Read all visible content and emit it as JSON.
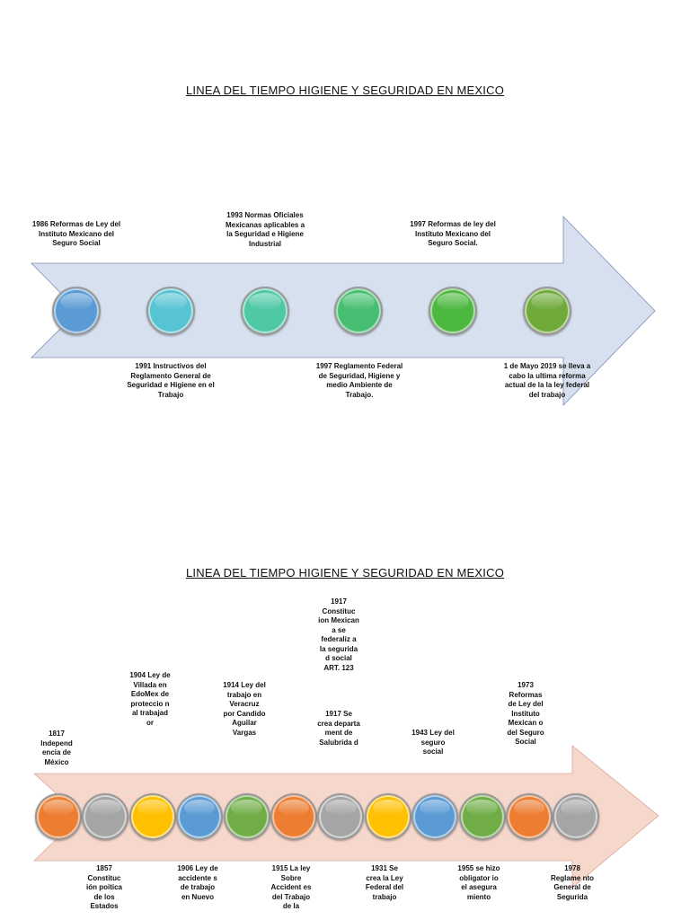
{
  "timeline1": {
    "title": "LINEA DEL TIEMPO HIGIENE Y SEGURIDAD EN MEXICO",
    "arrow_color": "#d7e0ef",
    "events_top": [
      {
        "text": "1986 Reformas de Ley del Instituto Mexicano del Seguro Social"
      },
      {
        "text": "1993 Normas Oficiales Mexicanas aplicables a la Seguridad e Higiene Industrial"
      },
      {
        "text": "1997 Reformas de ley del Instituto Mexicano del Seguro Social."
      }
    ],
    "events_bottom": [
      {
        "text": "1991 Instructivos del Reglamento General de Seguridad e Higiene en el Trabajo"
      },
      {
        "text": "1997 Reglamento Federal de Seguridad, Higiene y medio Ambiente de Trabajo."
      },
      {
        "text": "1 de Mayo 2019 se lleva a cabo la ultima reforma actual de la la ley federal del trabajo"
      }
    ],
    "circle_colors": [
      "#5b9bd5",
      "#57c4d3",
      "#4fc8a6",
      "#47bf72",
      "#4cb840",
      "#6faa3a"
    ]
  },
  "timeline2": {
    "title": "LINEA DEL TIEMPO HIGIENE Y SEGURIDAD EN MEXICO",
    "arrow_color": "#f6d7cc",
    "events_top": [
      {
        "text": "1817 Independ encia de México"
      },
      {
        "text": "1904 Ley de Villada en EdoMex de proteccio n al trabajad or"
      },
      {
        "text": "1914 Ley del trabajo en Veracruz por Candido Aguilar Vargas"
      },
      {
        "text": "1917 Constituc ion Mexican a se federaliz a la segurida d social ART. 123"
      },
      {
        "text": "1917 Se crea departa ment de Salubrida d"
      },
      {
        "text": "1943 Ley del seguro social"
      },
      {
        "text": "1973 Reformas de Ley del Instituto Mexican o del Seguro Social"
      }
    ],
    "events_bottom": [
      {
        "text": "1857 Constituc ión poitica de los Estados"
      },
      {
        "text": "1906 Ley de accidente s de trabajo en Nuevo"
      },
      {
        "text": "1915 La ley Sobre Accident es del Trabajo de la"
      },
      {
        "text": "1931 Se crea la Ley Federal del trabajo"
      },
      {
        "text": "1955 se hizo obligator io el asegura miento"
      },
      {
        "text": "1978 Reglame nto General de Segurida"
      }
    ],
    "circle_colors": [
      "#ed7d31",
      "#a5a5a5",
      "#ffc000",
      "#5b9bd5",
      "#70ad47",
      "#ed7d31",
      "#a5a5a5",
      "#ffc000",
      "#5b9bd5",
      "#70ad47",
      "#ed7d31",
      "#a5a5a5"
    ]
  }
}
